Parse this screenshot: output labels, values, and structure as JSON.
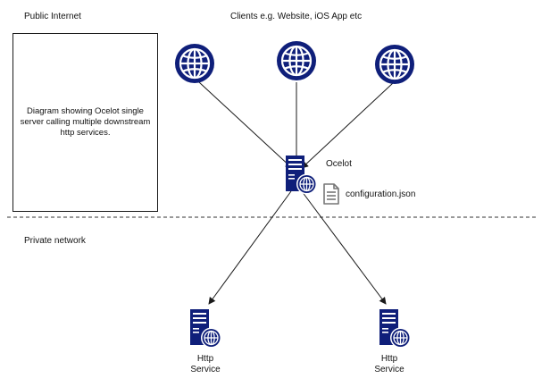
{
  "labels": {
    "public_internet": "Public Internet",
    "clients": "Clients e.g. Website, iOS App etc",
    "note": "Diagram showing Ocelot single server calling multiple downstream http services.",
    "ocelot": "Ocelot",
    "config_file": "configuration.json",
    "private_network": "Private network",
    "service_left_line1": "Http",
    "service_left_line2": "Service",
    "service_right_line1": "Http",
    "service_right_line2": "Service"
  },
  "icons": {
    "client": "globe-icon",
    "gateway": "web-server-icon",
    "service": "web-server-icon",
    "config": "document-icon"
  },
  "colors": {
    "icon_fill": "#0f1f7a",
    "edge": "#1a1a1a",
    "separator": "#333333",
    "document": "#777777"
  }
}
